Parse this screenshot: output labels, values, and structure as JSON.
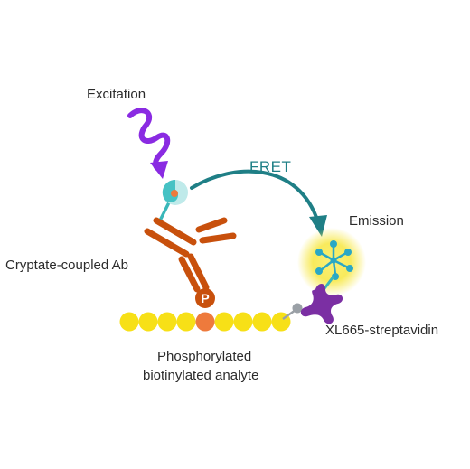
{
  "labels": {
    "excitation": "Excitation",
    "fret": "FRET",
    "emission": "Emission",
    "cryptate_ab": "Cryptate-coupled Ab",
    "phospho": "P",
    "streptavidin": "XL665-streptavidin",
    "analyte_line1": "Phosphorylated",
    "analyte_line2": "biotinylated analyte"
  },
  "colors": {
    "excitation_arrow": "#8a2be2",
    "fret_arrow": "#1f7f86",
    "fret_text": "#1f7f86",
    "antibody": "#c8500c",
    "phosphate": "#c8500c",
    "phospho_site": "#ee7a3c",
    "analyte_beads": "#f7e017",
    "cryptate_outer": "#bfeaea",
    "cryptate_inner": "#46c2c4",
    "cryptate_core": "#ee7a3c",
    "tether": "#39b7b9",
    "emission_glow": "#f7e84a",
    "xl665_dots": "#2aa8c5",
    "streptavidin": "#7b2fa3",
    "biotin": "#9aa0a6"
  },
  "icons": {
    "excitation": "wavy-arrow-icon",
    "fret": "curved-arrow-icon",
    "cryptate": "cryptate-donor-icon",
    "antibody": "y-shaped-antibody-icon",
    "phosphate": "phosphate-p-icon",
    "xl665": "xl665-acceptor-icon",
    "streptavidin": "streptavidin-cross-icon",
    "biotin": "biotin-pin-icon"
  },
  "analyte": {
    "bead_count": 9,
    "phospho_bead_index": 4
  }
}
